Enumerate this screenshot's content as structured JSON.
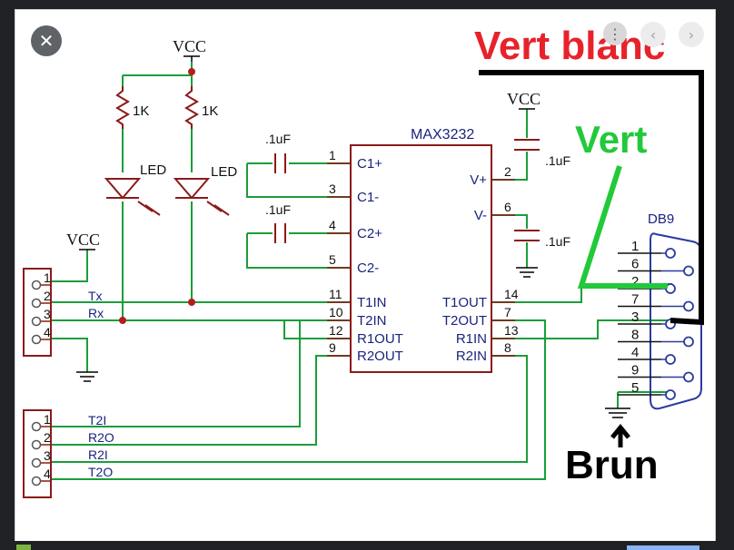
{
  "viewer": {
    "close_icon": "close-icon",
    "more_icon": "more-vert-icon",
    "prev_icon": "chevron-left-icon",
    "next_icon": "chevron-right-icon"
  },
  "schematic": {
    "chip": {
      "name": "MAX3232"
    },
    "chip_pins_left": [
      {
        "num": "1",
        "label": "C1+"
      },
      {
        "num": "3",
        "label": "C1-"
      },
      {
        "num": "4",
        "label": "C2+"
      },
      {
        "num": "5",
        "label": "C2-"
      },
      {
        "num": "11",
        "label": "T1IN"
      },
      {
        "num": "10",
        "label": "T2IN"
      },
      {
        "num": "12",
        "label": "R1OUT"
      },
      {
        "num": "9",
        "label": "R2OUT"
      }
    ],
    "chip_pins_right": [
      {
        "num": "2",
        "label": "V+"
      },
      {
        "num": "6",
        "label": "V-"
      },
      {
        "num": "14",
        "label": "T1OUT"
      },
      {
        "num": "7",
        "label": "T2OUT"
      },
      {
        "num": "13",
        "label": "R1IN"
      },
      {
        "num": "8",
        "label": "R2IN"
      }
    ],
    "vcc": {
      "label": "VCC"
    },
    "resistors": [
      {
        "value": "1K"
      },
      {
        "value": "1K"
      }
    ],
    "leds": [
      {
        "label": "LED"
      },
      {
        "label": "LED"
      }
    ],
    "capacitors": [
      {
        "value": ".1uF"
      },
      {
        "value": ".1uF"
      },
      {
        "value": ".1uF"
      },
      {
        "value": ".1uF"
      }
    ],
    "header_top": {
      "pins": [
        "1",
        "2",
        "3",
        "4"
      ],
      "signals": [
        "Tx",
        "Rx"
      ]
    },
    "header_bottom": {
      "pins": [
        "1",
        "2",
        "3",
        "4"
      ],
      "signals": [
        "T2I",
        "R2O",
        "R2I",
        "T2O"
      ]
    },
    "db9": {
      "label": "DB9",
      "pins": [
        "1",
        "6",
        "2",
        "7",
        "3",
        "8",
        "4",
        "9",
        "5"
      ]
    }
  },
  "annotations": {
    "vert_blanc": "Vert blanc",
    "vert": "Vert",
    "brun": "Brun"
  },
  "colors": {
    "wire": "#1a9e3a",
    "component": "#8b1a1a",
    "label_blue": "#1a237e",
    "red_annotation": "#e8222b",
    "green_annotation": "#22c93a"
  }
}
